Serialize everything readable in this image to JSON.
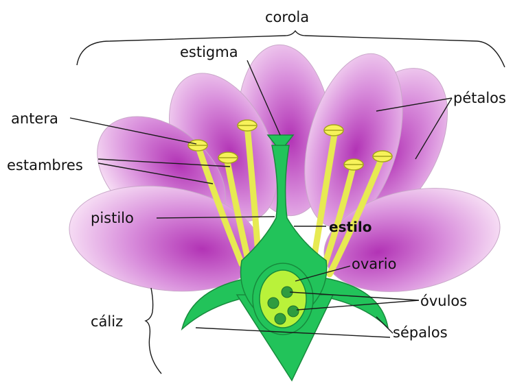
{
  "diagram": {
    "labels": {
      "corola": "corola",
      "estigma": "estigma",
      "petalos": "pétalos",
      "antera": "antera",
      "estambres": "estambres",
      "pistilo": "pistilo",
      "estilo": "estilo",
      "ovario": "ovario",
      "ovulos": "óvulos",
      "caliz": "cáliz",
      "sepalos": "sépalos"
    },
    "colors": {
      "petal_dark": "#b233b5",
      "petal_light": "#f6dcf4",
      "pistil_green": "#22c35a",
      "pistil_outline": "#178a3c",
      "stamen_yellow": "#e7ea52",
      "ovary_light": "#b9f23a",
      "ovule_green": "#2f9c3f",
      "anther_yellow": "#f7f25a"
    }
  }
}
